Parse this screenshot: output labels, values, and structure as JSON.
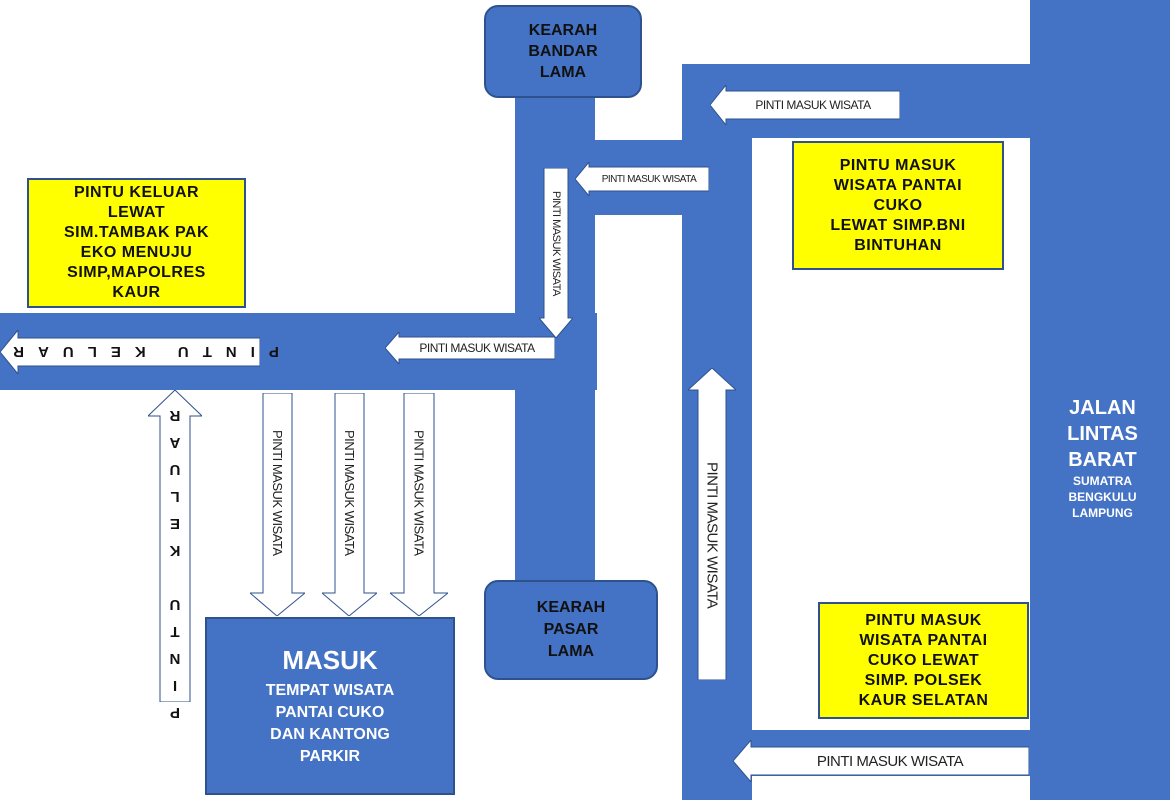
{
  "colors": {
    "road": "#4472c4",
    "label_bg": "#ffff00",
    "arrow": "#ffffff"
  },
  "boxes": {
    "bandar_lama": "KEARAH\nBANDAR\nLAMA",
    "pasar_lama": "KEARAH\nPASAR\nLAMA",
    "masuk_title": "MASUK",
    "masuk_sub": "TEMPAT WISATA\nPANTAI CUKO\nDAN KANTONG\nPARKIR",
    "jalan_title": "JALAN\nLINTAS\nBARAT",
    "jalan_sub": "SUMATRA\nBENGKULU\nLAMPUNG"
  },
  "notes": {
    "keluar": "PINTU KELUAR\nLEWAT\nSIM.TAMBAK PAK\nEKO MENUJU\nSIMP,MAPOLRES\nKAUR",
    "bni": "PINTU  MASUK\nWISATA PANTAI\nCUKO\nLEWAT SIMP.BNI\nBINTUHAN",
    "polsek": "PINTU  MASUK\nWISATA PANTAI\nCUKO LEWAT\nSIMP. POLSEK\nKAUR SELATAN"
  },
  "arrows": {
    "masuk": "PINTI MASUK WISATA",
    "keluar": "PINTU KELUAR"
  }
}
